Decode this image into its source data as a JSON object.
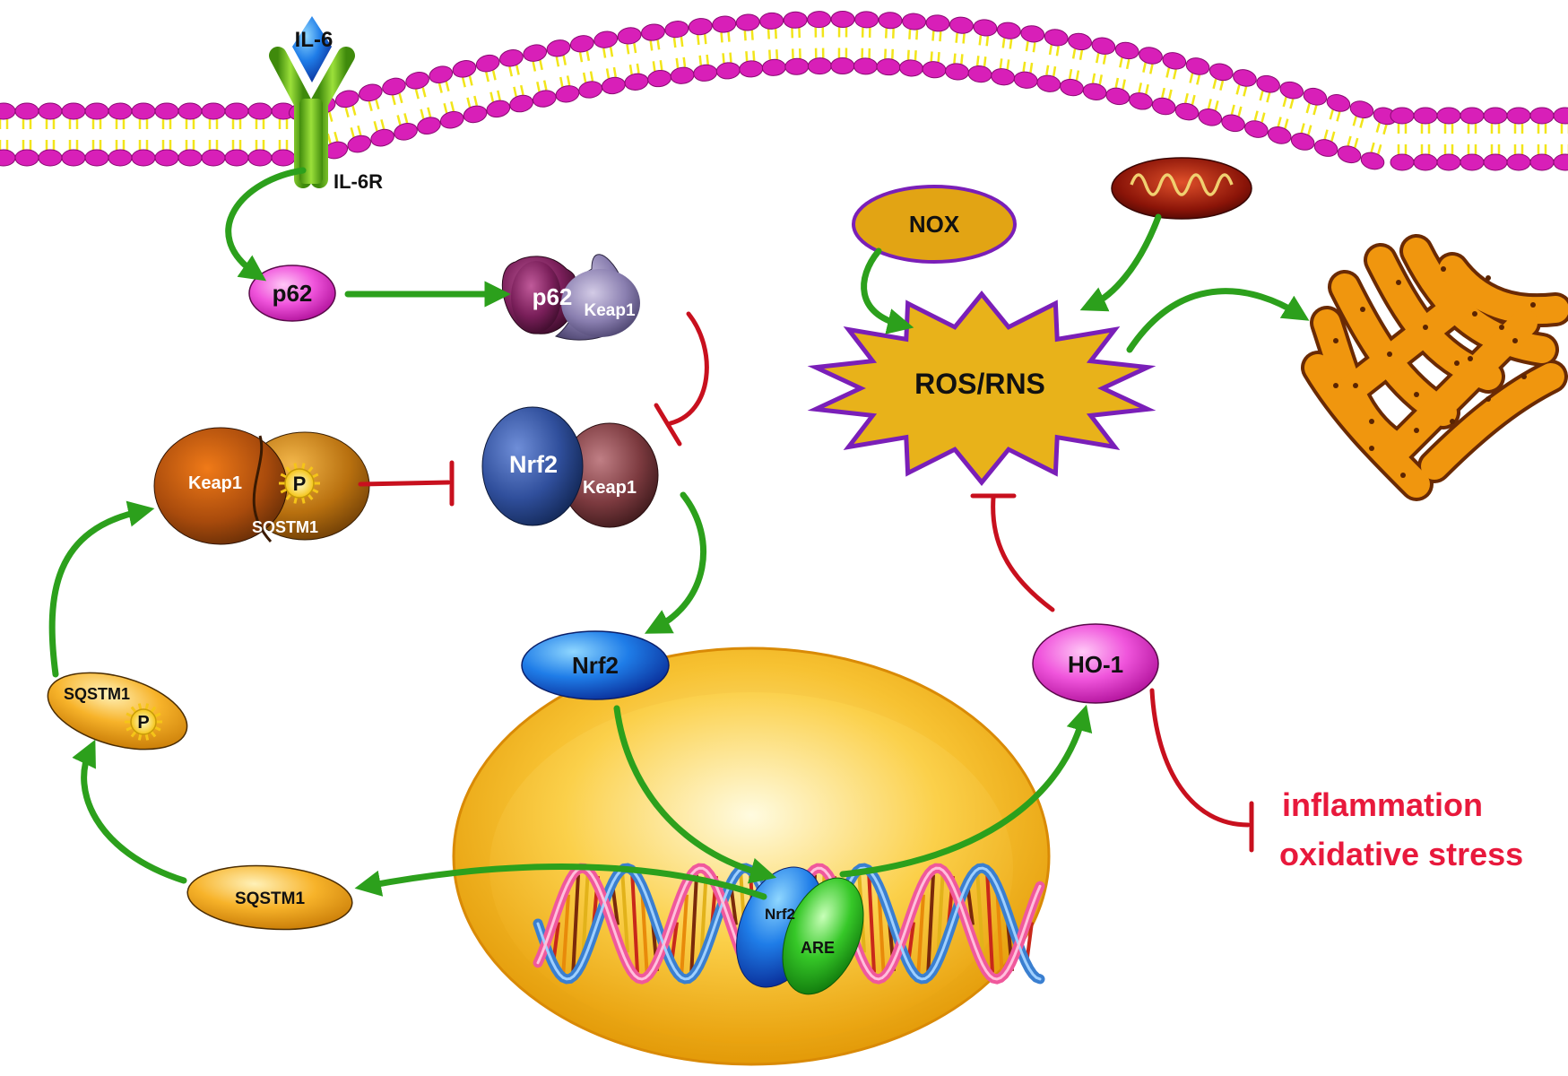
{
  "labels": {
    "il6": "IL-6",
    "il6r": "IL-6R",
    "p62": "p62",
    "p62_complex_p62": "p62",
    "p62_complex_keap1": "Keap1",
    "nrf2_complex_nrf2": "Nrf2",
    "nrf2_complex_keap1": "Keap1",
    "keap1_sqstm1_keap1": "Keap1",
    "keap1_sqstm1_p": "P",
    "keap1_sqstm1_sqstm1": "SQSTM1",
    "sqstm1_p_label": "SQSTM1",
    "sqstm1_p_p": "P",
    "sqstm1": "SQSTM1",
    "nrf2_free": "Nrf2",
    "nrf2_dna": "Nrf2",
    "are": "ARE",
    "nox": "NOX",
    "ros_rns": "ROS/RNS",
    "ho1": "HO-1",
    "outcome_line1": "inflammation",
    "outcome_line2": "oxidative stress"
  },
  "colors": {
    "membrane_head": "#d81fb8",
    "membrane_tail": "#f2e51a",
    "activation_arrow": "#2ca01c",
    "inhibition_line": "#c8101e",
    "outcome_text": "#e8193c",
    "nucleus": "#f2b21c",
    "ros_star": "#e8b21a",
    "ros_star_outline": "#7a1fb8",
    "nox_fill": "#e2a414",
    "nox_outline": "#7a1fb8"
  }
}
